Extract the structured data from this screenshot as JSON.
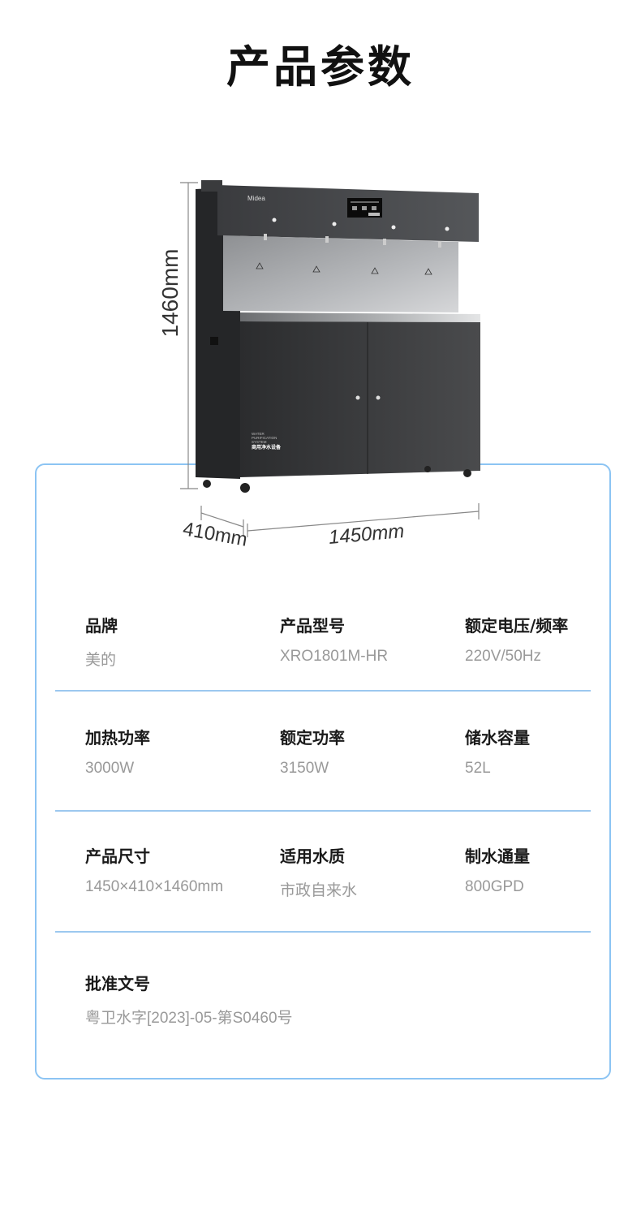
{
  "header": {
    "title": "产品参数"
  },
  "product_image": {
    "brand_logo": "Midea",
    "panel_text_en": [
      "WATER",
      "PURIFICATION",
      "SYSTEM"
    ],
    "panel_text_cn": "商用净水设备",
    "dimensions": {
      "height": "1460mm",
      "depth": "410mm",
      "width": "1450mm"
    }
  },
  "specs": {
    "rows": [
      {
        "cells": [
          {
            "label": "品牌",
            "value": "美的"
          },
          {
            "label": "产品型号",
            "value": "XRO1801M-HR"
          },
          {
            "label": "额定电压/频率",
            "value": "220V/50Hz"
          }
        ]
      },
      {
        "cells": [
          {
            "label": "加热功率",
            "value": "3000W"
          },
          {
            "label": "额定功率",
            "value": "3150W"
          },
          {
            "label": "储水容量",
            "value": "52L"
          }
        ]
      },
      {
        "cells": [
          {
            "label": "产品尺寸",
            "value": "1450×410×1460mm"
          },
          {
            "label": "适用水质",
            "value": "市政自来水"
          },
          {
            "label": "制水通量",
            "value": "800GPD"
          }
        ]
      },
      {
        "cells": [
          {
            "label": "批准文号",
            "value": "粤卫水字[2023]-05-第S0460号"
          }
        ]
      }
    ]
  },
  "colors": {
    "card_border": "#8cc4f3",
    "divider": "#9cc8ef",
    "label": "#1a1a1a",
    "value": "#999999",
    "machine_body": "#2e2f31"
  }
}
